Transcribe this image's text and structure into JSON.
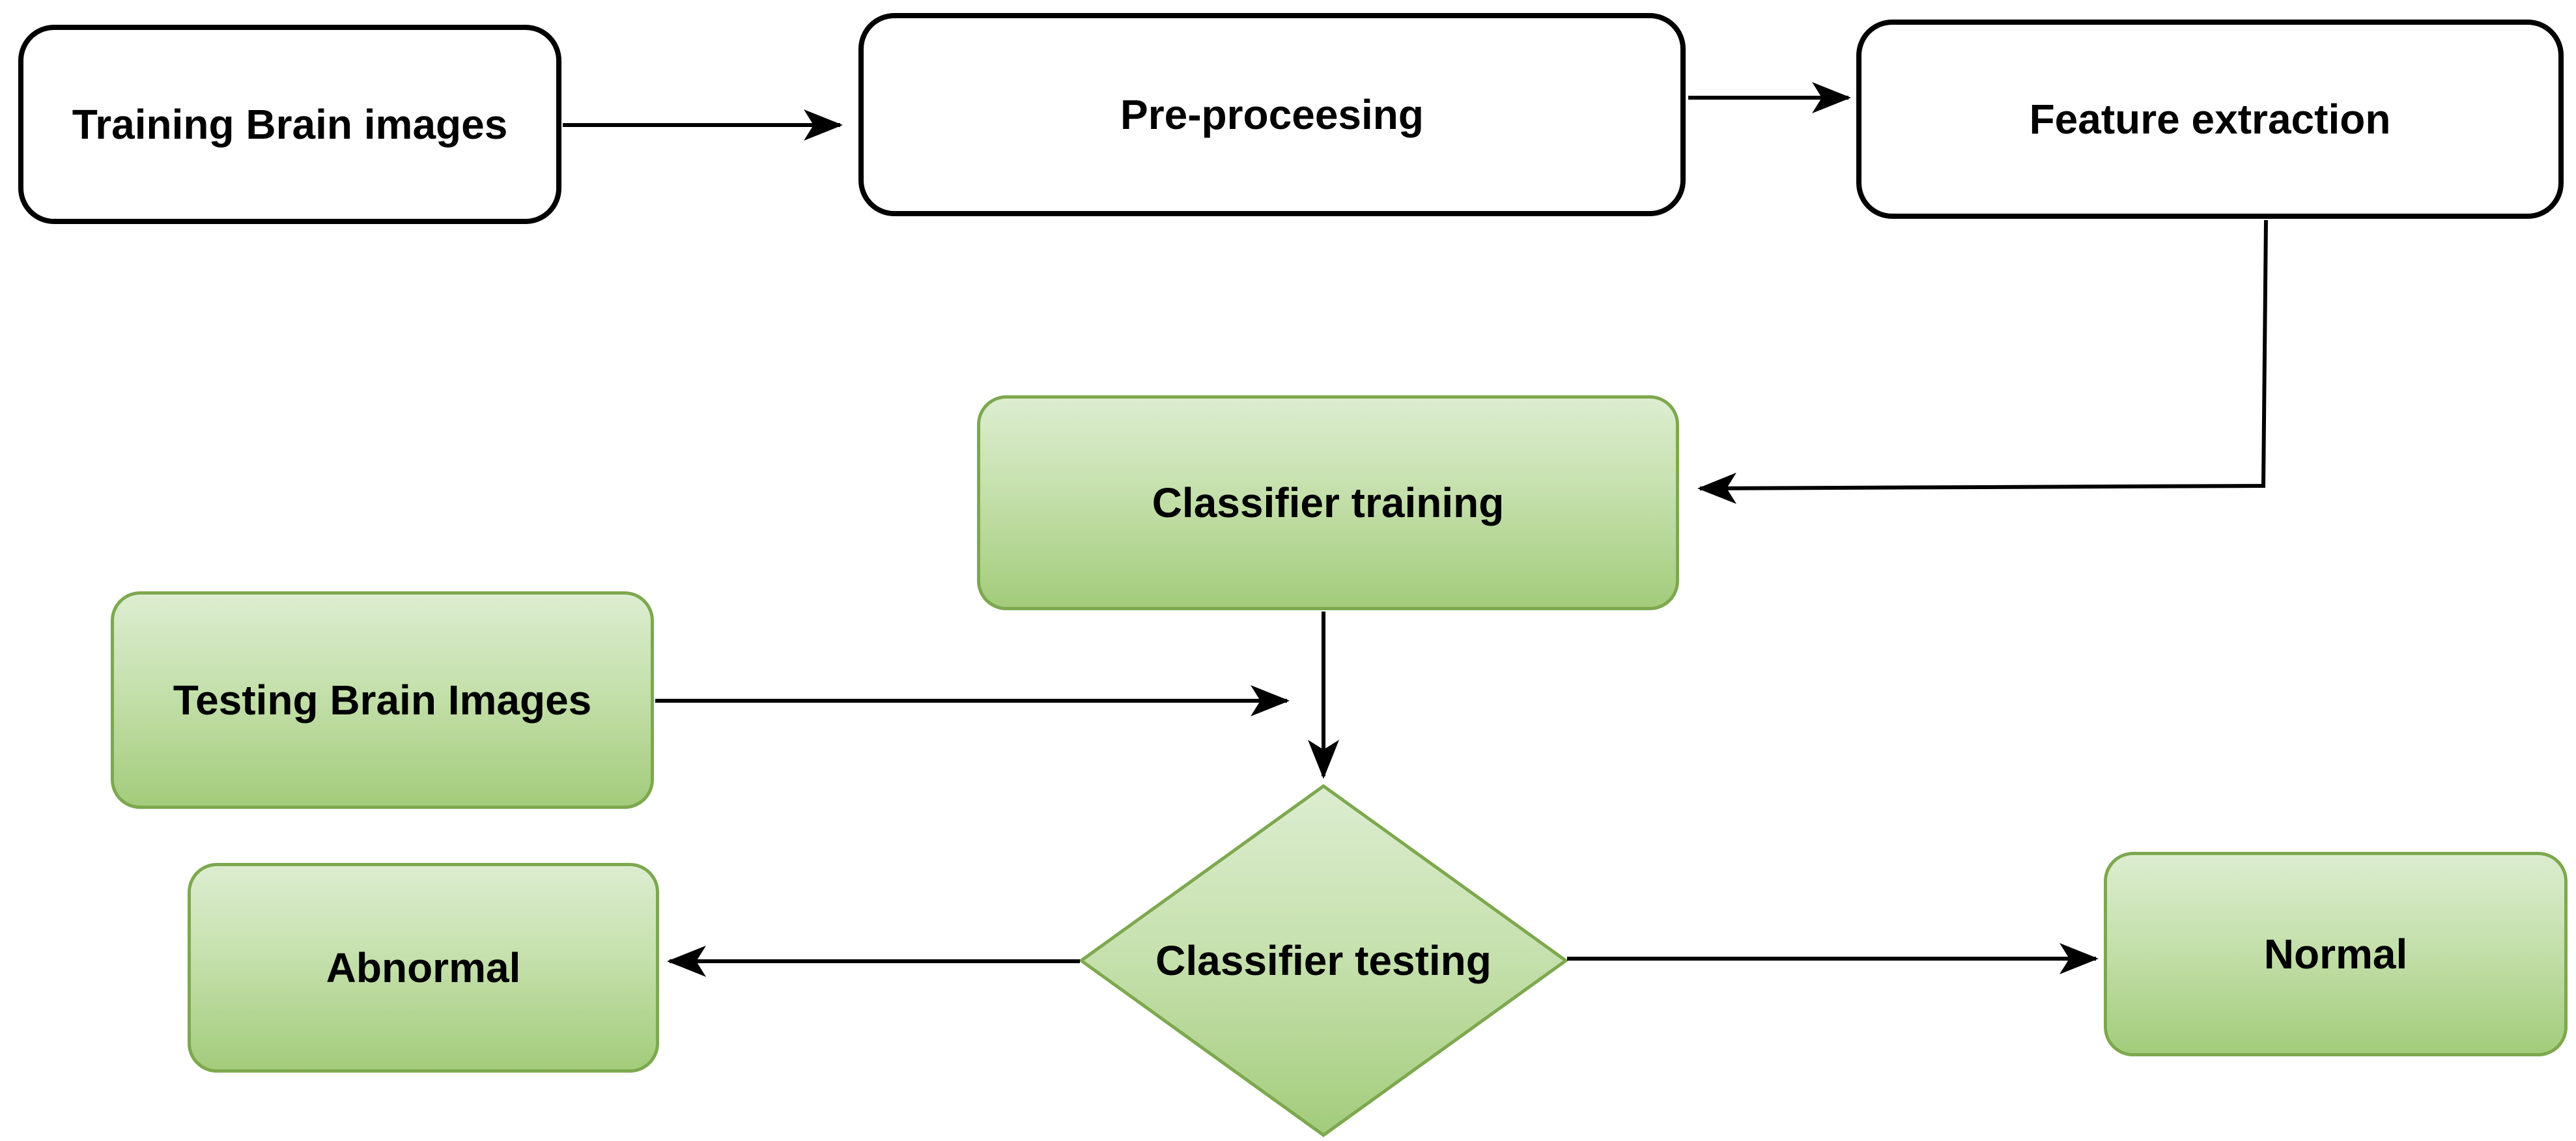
{
  "diagram": {
    "type": "flowchart",
    "nodes": {
      "training": {
        "label": "Training Brain images",
        "shape": "rounded-rect",
        "fill": "white"
      },
      "preprocessing": {
        "label": "Pre-proceesing",
        "shape": "rounded-rect",
        "fill": "white"
      },
      "feature_extraction": {
        "label": "Feature extraction",
        "shape": "rounded-rect",
        "fill": "white"
      },
      "classifier_training": {
        "label": "Classifier training",
        "shape": "rounded-rect",
        "fill": "green-gradient"
      },
      "testing": {
        "label": "Testing Brain Images",
        "shape": "rounded-rect",
        "fill": "green-gradient"
      },
      "classifier_testing": {
        "label": "Classifier testing",
        "shape": "diamond",
        "fill": "green-gradient"
      },
      "abnormal": {
        "label": "Abnormal",
        "shape": "rounded-rect",
        "fill": "green-gradient"
      },
      "normal": {
        "label": "Normal",
        "shape": "rounded-rect",
        "fill": "green-gradient"
      }
    },
    "edges": [
      {
        "from": "training",
        "to": "preprocessing",
        "style": "arrow"
      },
      {
        "from": "preprocessing",
        "to": "feature_extraction",
        "style": "arrow"
      },
      {
        "from": "feature_extraction",
        "to": "classifier_training",
        "style": "elbow-arrow"
      },
      {
        "from": "classifier_training",
        "to": "classifier_testing",
        "style": "arrow"
      },
      {
        "from": "testing",
        "to": "classifier_training_branch",
        "style": "arrow"
      },
      {
        "from": "classifier_testing",
        "to": "abnormal",
        "style": "arrow"
      },
      {
        "from": "classifier_testing",
        "to": "normal",
        "style": "arrow"
      }
    ],
    "colors": {
      "green_gradient_top": "#dcedd0",
      "green_gradient_bottom": "#a3cc7b",
      "green_border": "#7da84e",
      "white_fill": "#ffffff",
      "stroke_black": "#000000"
    }
  }
}
